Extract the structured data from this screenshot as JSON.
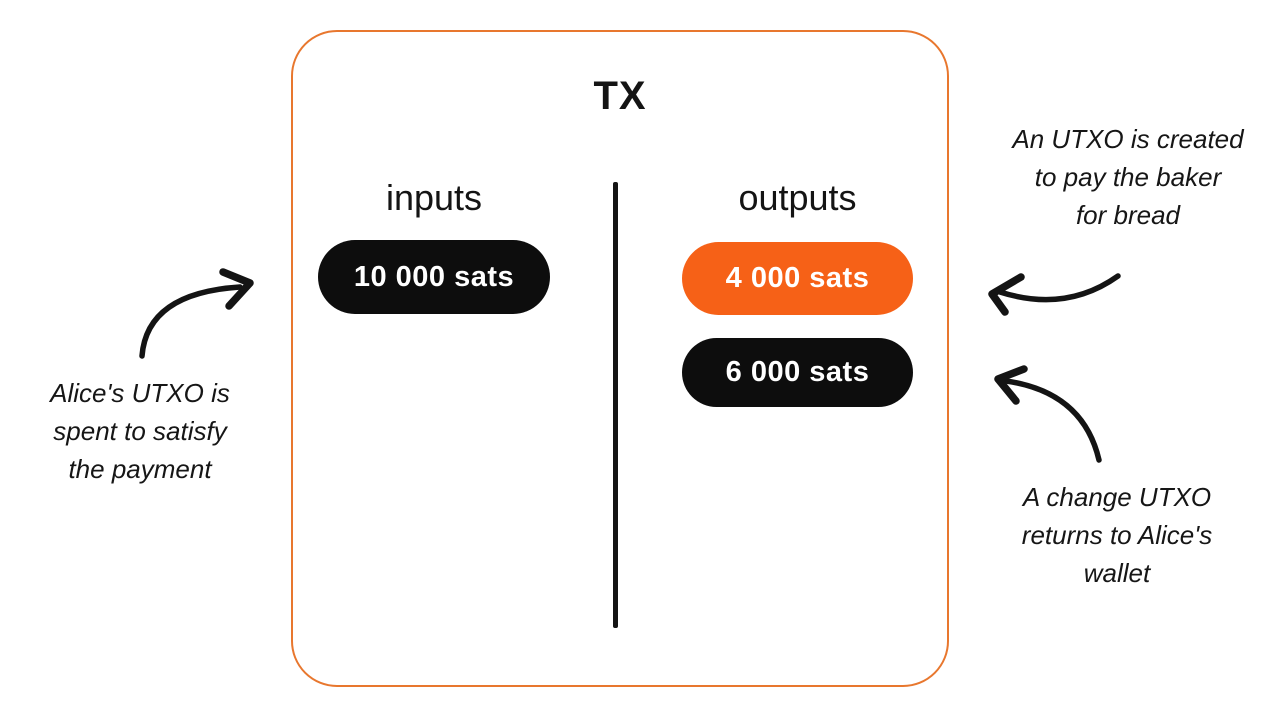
{
  "colors": {
    "box_border_orange": "#e8772e",
    "utxo_orange": "#f66117",
    "utxo_black": "#0d0d0d",
    "ink": "#141414",
    "pill_text": "#ffffff",
    "background": "#ffffff"
  },
  "transaction_box": {
    "title": "TX",
    "inputs": {
      "label": "inputs",
      "utxos": [
        {
          "amount": "10 000 sats",
          "fill": "#0d0d0d"
        }
      ]
    },
    "outputs": {
      "label": "outputs",
      "utxos": [
        {
          "amount": "4 000 sats",
          "fill": "#f66117"
        },
        {
          "amount": "6 000 sats",
          "fill": "#0d0d0d"
        }
      ]
    }
  },
  "annotations": {
    "input_note": {
      "lines": [
        "Alice's UTXO is",
        "spent to satisfy",
        "the payment"
      ]
    },
    "baker_note": {
      "lines": [
        "An UTXO is created",
        "to pay the baker",
        "for bread"
      ]
    },
    "change_note": {
      "lines": [
        "A change UTXO",
        "returns to Alice's",
        "wallet"
      ]
    }
  }
}
